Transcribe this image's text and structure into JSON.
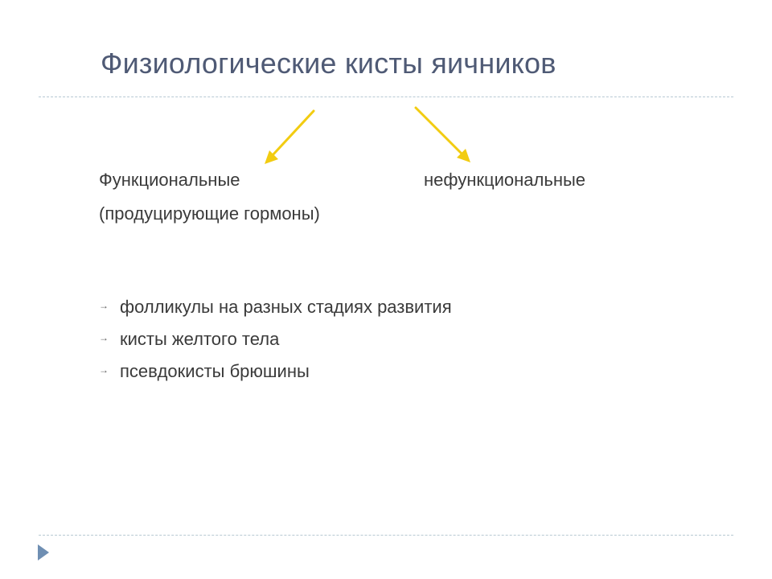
{
  "slide": {
    "title": "Физиологические кисты яичников",
    "branches": {
      "left_line1": "Функциональные",
      "left_line2": "(продуцирующие гормоны)",
      "right": "нефункциональные"
    },
    "bullets": [
      "фолликулы на разных стадиях развития",
      "кисты желтого тела",
      "псевдокисты брюшины"
    ],
    "colors": {
      "title": "#4f5a75",
      "arrow": "#f2cc11",
      "divider": "#b7c9d3",
      "nav_triangle": "#6f8fb3"
    },
    "icons": {
      "bullet": "arrow-right-icon",
      "nav": "play-triangle-icon"
    }
  }
}
